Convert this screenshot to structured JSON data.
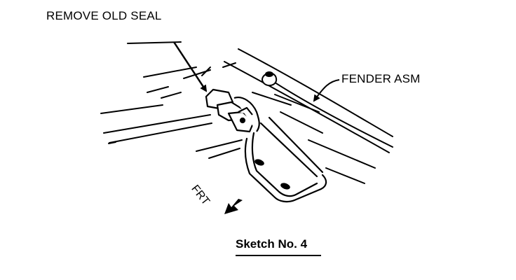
{
  "labels": {
    "remove_old_seal": "REMOVE OLD SEAL",
    "fender_asm": "FENDER ASM",
    "frt": "FRT"
  },
  "caption": "Sketch No. 4",
  "colors": {
    "ink": "#000000",
    "paper": "#ffffff"
  }
}
